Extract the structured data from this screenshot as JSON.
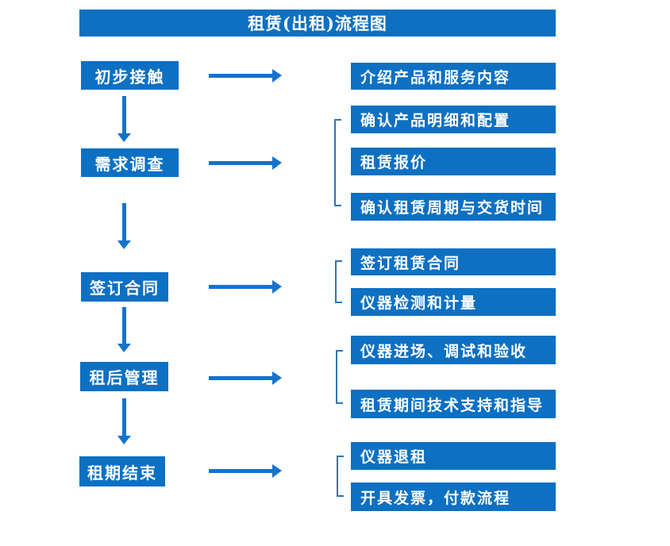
{
  "title": "租赁(出租)流程图",
  "colors": {
    "box_fill": "#0d70c2",
    "arrow": "#1572cc",
    "bracket": "#2e75b6",
    "text": "#ffffff",
    "background": "#ffffff"
  },
  "flow": {
    "stages": [
      {
        "label": "初步接触",
        "outputs": [
          "介绍产品和服务内容"
        ]
      },
      {
        "label": "需求调查",
        "outputs": [
          "确认产品明细和配置",
          "租赁报价",
          "确认租赁周期与交货时间"
        ]
      },
      {
        "label": "签订合同",
        "outputs": [
          "签订租赁合同",
          "仪器检测和计量"
        ]
      },
      {
        "label": "租后管理",
        "outputs": [
          "仪器进场、调试和验收",
          "租赁期间技术支持和指导"
        ]
      },
      {
        "label": "租期结束",
        "outputs": [
          "仪器退租",
          "开具发票，付款流程"
        ]
      }
    ]
  }
}
